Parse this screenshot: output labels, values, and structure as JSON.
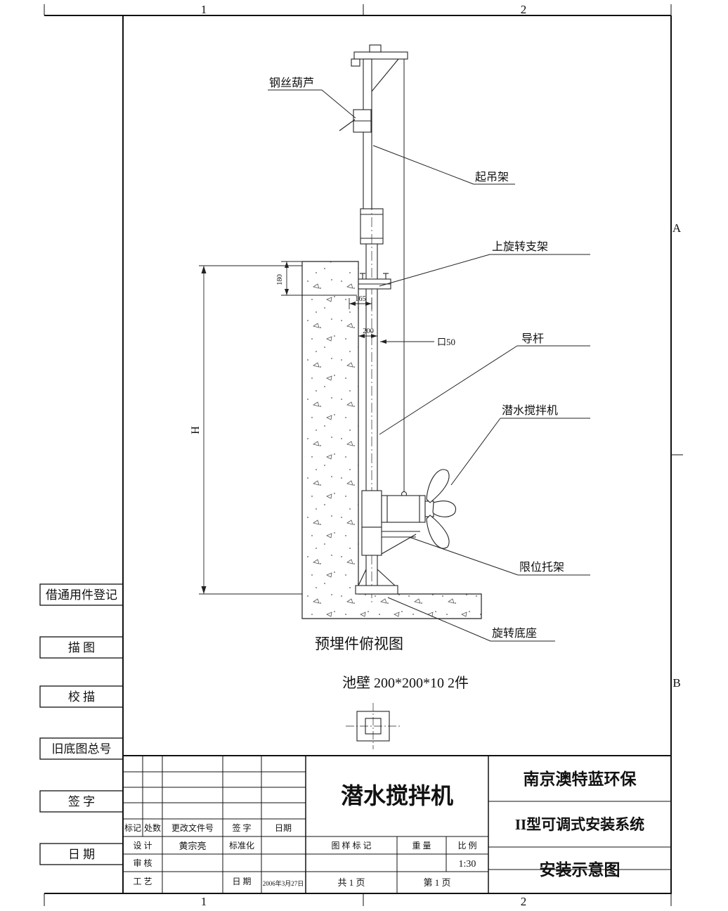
{
  "zones": {
    "top": [
      "1",
      "2"
    ],
    "bottom": [
      "1",
      "2"
    ],
    "right": [
      "A",
      "B"
    ]
  },
  "sidebar": {
    "items": [
      "借通用件登记",
      "描  图",
      "校  描",
      "旧底图总号",
      "签  字",
      "日  期"
    ]
  },
  "drawing": {
    "part_labels": {
      "wire_hoist": "钢丝葫芦",
      "lifting_frame": "起吊架",
      "upper_rotating_bracket": "上旋转支架",
      "guide_rod": "导杆",
      "submersible_mixer": "潜水搅拌机",
      "limit_bracket": "限位托架",
      "rotating_base": "旋转底座"
    },
    "dimensions": {
      "wall_top_offset": "180",
      "bracket_offset": "165",
      "rod_offset": "200",
      "rod_section": "口50",
      "pool_depth": "H"
    },
    "embedded_view_title": "预埋件俯视图",
    "pool_wall_note": "池壁  200*200*10  2件"
  },
  "title_block": {
    "part_name": "潜水搅拌机",
    "company": "南京澳特蓝环保",
    "system_name": "II型可调式安装系统",
    "sheet_name": "安装示意图",
    "rev_headers": [
      "标记",
      "处数",
      "更改文件号",
      "签 字",
      "日期"
    ],
    "design_label": "设 计",
    "designer": "黄宗亮",
    "standardization_label": "标准化",
    "audit_label": "审 核",
    "process_label": "工 艺",
    "date_label": "日 期",
    "date_value": "2006年3月27日",
    "stamp_label": "图 样 标 记",
    "weight_label": "重 量",
    "scale_label": "比 例",
    "scale_value": "1:30",
    "total_pages": "共  1  页",
    "page_number": "第  1  页"
  }
}
